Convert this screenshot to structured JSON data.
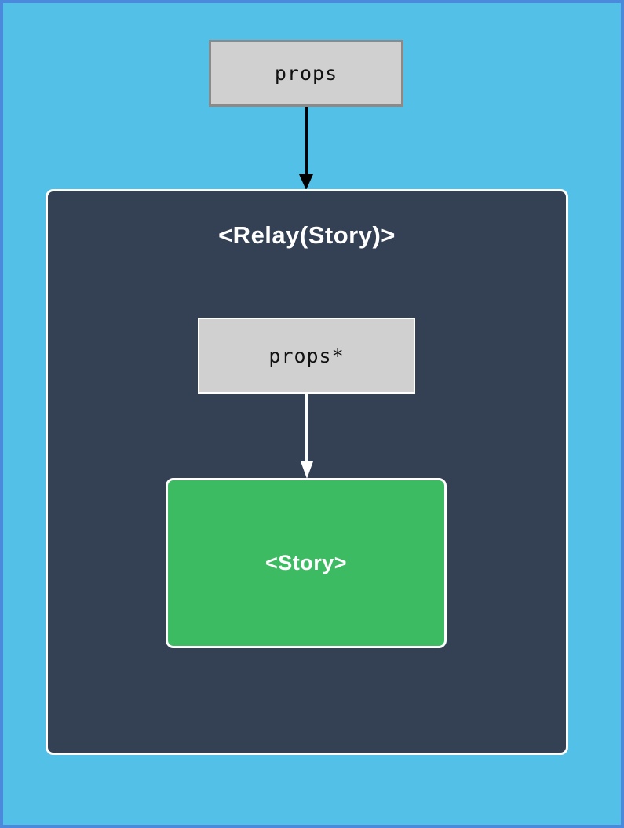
{
  "diagram": {
    "outer_props": {
      "label": "props"
    },
    "relay": {
      "title": "<Relay(Story)>"
    },
    "inner_props": {
      "label": "props*"
    },
    "story": {
      "label": "<Story>"
    }
  },
  "colors": {
    "page_background": "#53c0e8",
    "page_border": "#4a89dc",
    "relay_container_fill": "#344154",
    "gray_box_fill": "#d0d0d0",
    "gray_box_border": "#8a8a8a",
    "inner_box_border": "#ffffff",
    "story_fill": "#3dbb62",
    "arrow_outer": "#000000",
    "arrow_inner": "#ffffff",
    "label_dark": "#111111",
    "label_light": "#ffffff"
  }
}
